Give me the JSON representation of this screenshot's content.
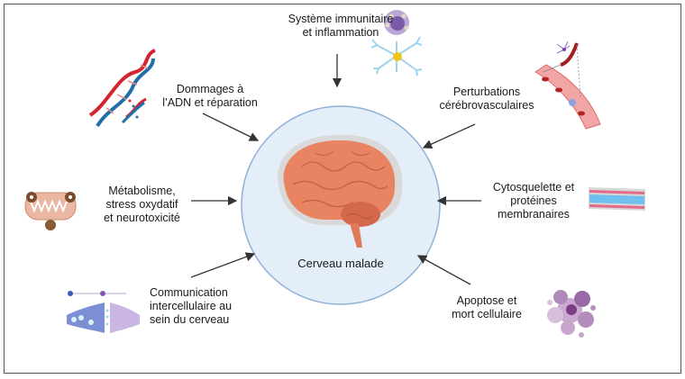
{
  "center": {
    "label": "Cerveau malade"
  },
  "colors": {
    "circle_fill": "#e3eef8",
    "circle_stroke": "#8fb0d8",
    "brain": "#e57f5e",
    "brain_outline": "#cfcfcf",
    "arrow": "#333333"
  },
  "factors": [
    {
      "id": "immune",
      "lines": [
        "Système immunitaire",
        "et inflammation"
      ],
      "icon": "immune-cells-icon"
    },
    {
      "id": "dna",
      "lines": [
        "Dommages à",
        "l’ADN et réparation"
      ],
      "icon": "dna-helix-icon"
    },
    {
      "id": "vascular",
      "lines": [
        "Perturbations",
        "cérébrovasculaires"
      ],
      "icon": "blood-vessel-icon"
    },
    {
      "id": "metabolism",
      "lines": [
        "Métabolisme,",
        "stress oxydatif",
        "et neurotoxicité"
      ],
      "icon": "mitochondrion-icon"
    },
    {
      "id": "cytoskeleton",
      "lines": [
        "Cytosquelette et",
        "protéines",
        "membranaires"
      ],
      "icon": "cytoskeleton-fiber-icon"
    },
    {
      "id": "communication",
      "lines": [
        "Communication",
        "intercellulaire au",
        "sein du cerveau"
      ],
      "icon": "synapse-icon"
    },
    {
      "id": "apoptosis",
      "lines": [
        "Apoptose et",
        "mort cellulaire"
      ],
      "icon": "apoptotic-cell-icon"
    }
  ]
}
